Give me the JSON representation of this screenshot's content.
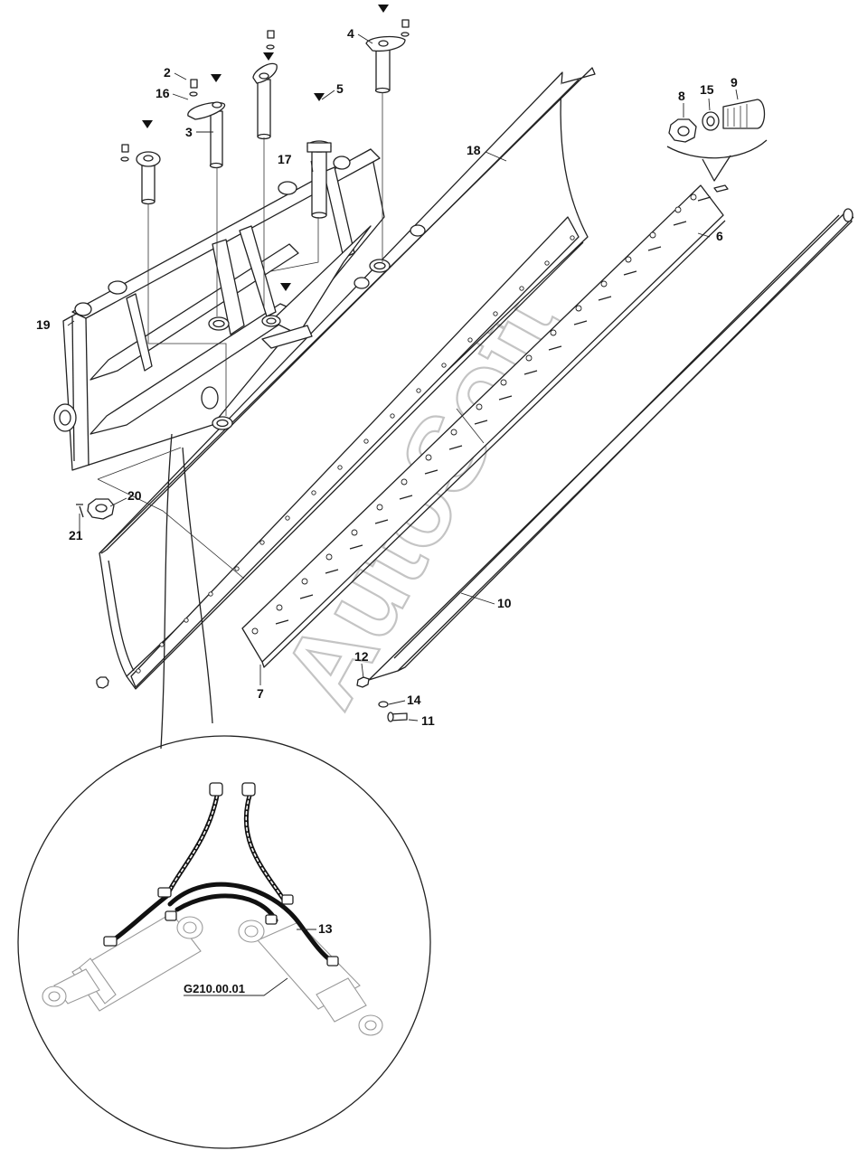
{
  "watermark": "AutoSoft",
  "reference_label": "G210.00.01",
  "callouts": [
    {
      "id": "c2",
      "text": "2"
    },
    {
      "id": "c3",
      "text": "3"
    },
    {
      "id": "c4",
      "text": "4"
    },
    {
      "id": "c5",
      "text": "5"
    },
    {
      "id": "c6",
      "text": "6"
    },
    {
      "id": "c7",
      "text": "7"
    },
    {
      "id": "c8",
      "text": "8"
    },
    {
      "id": "c9",
      "text": "9"
    },
    {
      "id": "c10",
      "text": "10"
    },
    {
      "id": "c11",
      "text": "11"
    },
    {
      "id": "c12",
      "text": "12"
    },
    {
      "id": "c13",
      "text": "13"
    },
    {
      "id": "c14",
      "text": "14"
    },
    {
      "id": "c15",
      "text": "15"
    },
    {
      "id": "c16",
      "text": "16"
    },
    {
      "id": "c17",
      "text": "17"
    },
    {
      "id": "c18",
      "text": "18"
    },
    {
      "id": "c19",
      "text": "19"
    },
    {
      "id": "c20",
      "text": "20"
    },
    {
      "id": "c21",
      "text": "21"
    }
  ]
}
